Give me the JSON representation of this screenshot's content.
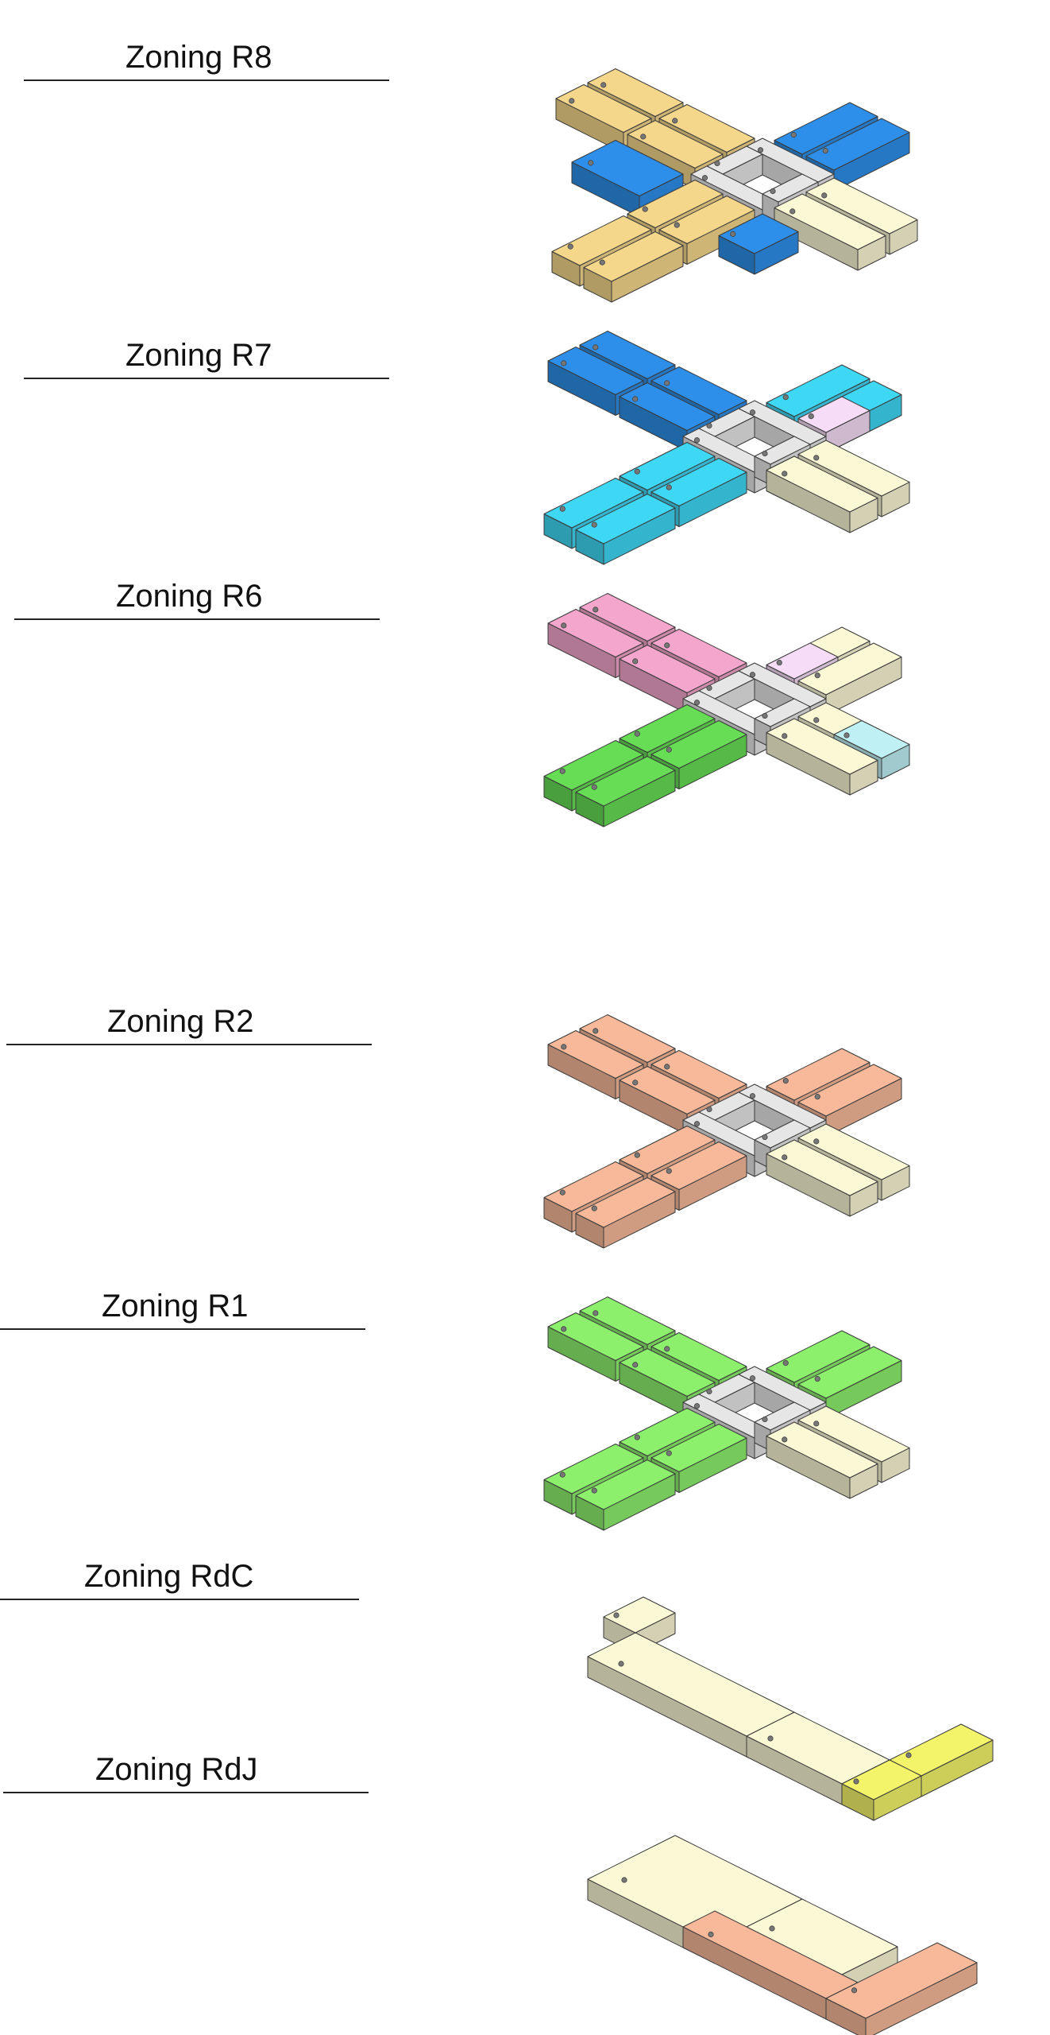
{
  "levels": [
    {
      "label": "Zoning R8"
    },
    {
      "label": "Zoning R7"
    },
    {
      "label": "Zoning R6"
    },
    {
      "label": "Zoning R2"
    },
    {
      "label": "Zoning R1"
    },
    {
      "label": "Zoning RdC"
    },
    {
      "label": "Zoning RdJ"
    }
  ],
  "colors": {
    "gold": "#f5d78b",
    "blue": "#2d8fea",
    "cream": "#fbf8d6",
    "grey": "#e6e6e6",
    "cyan": "#3ed7f4",
    "lilac": "#f6dcf6",
    "pink": "#f4a6cc",
    "green": "#66dd55",
    "paleCyan": "#bff0f4",
    "salmon": "#f7b99a",
    "lime": "#8cf06c",
    "yellow": "#f4f46a"
  }
}
